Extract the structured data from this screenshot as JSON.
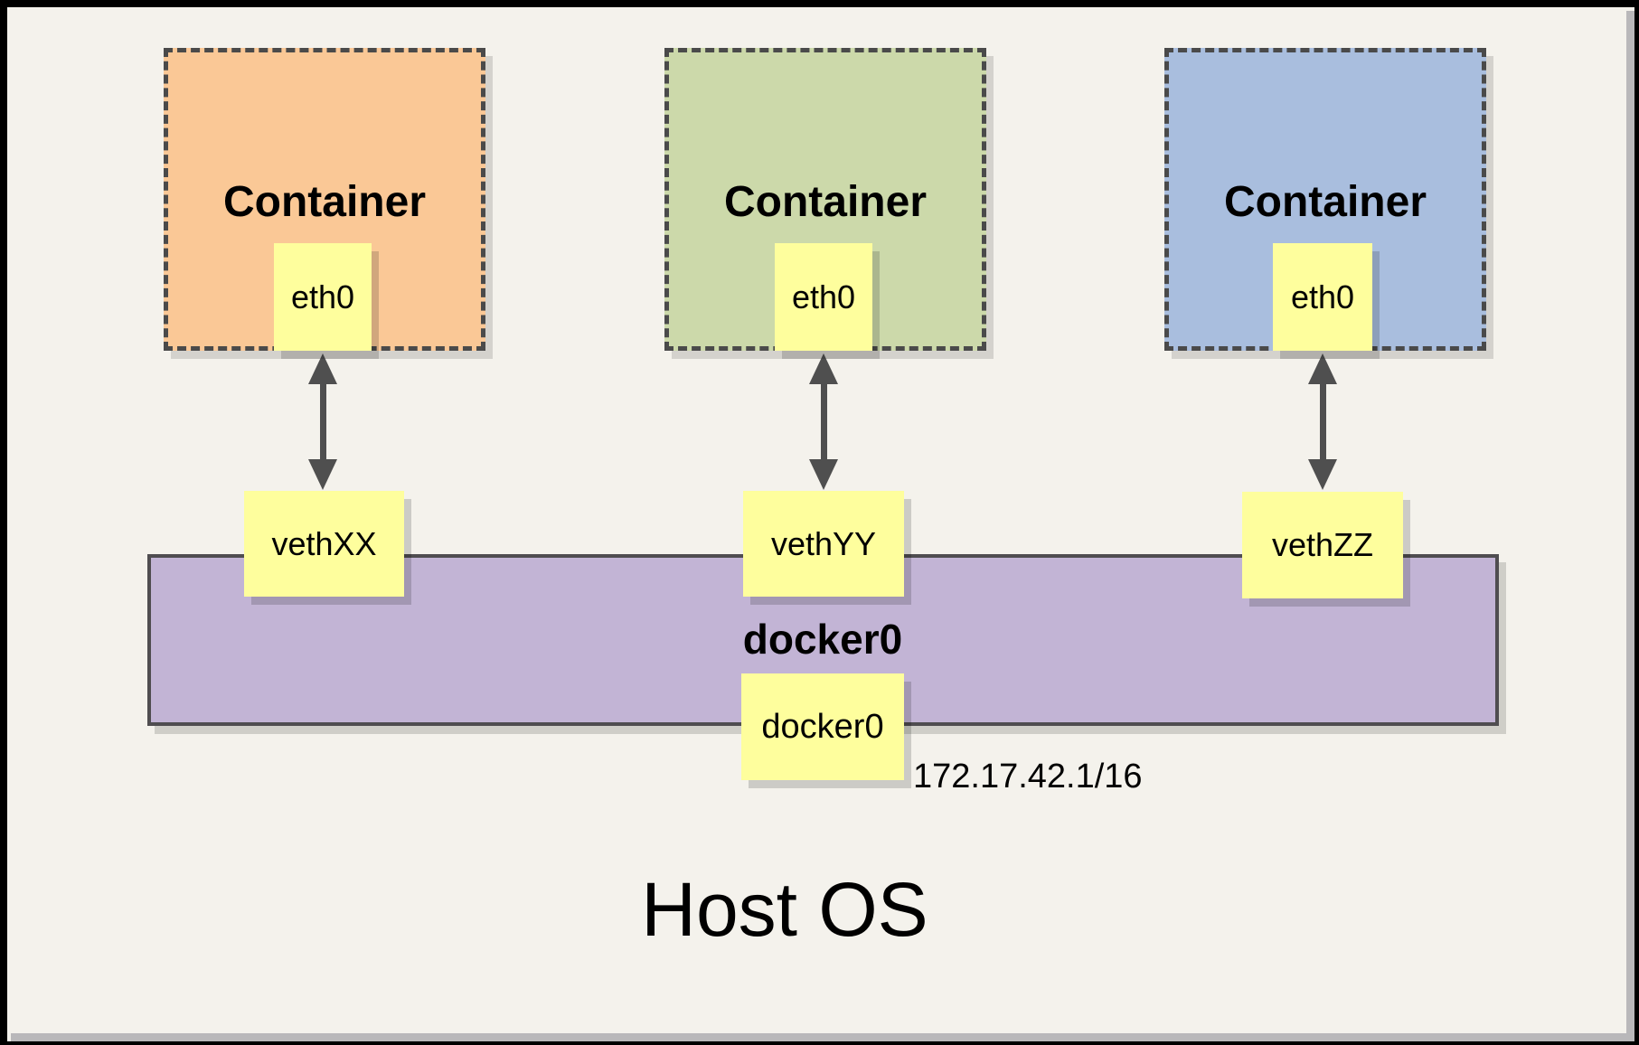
{
  "frame": {
    "background_color": "#f4f2ec",
    "border_color": "#000000",
    "shadow_band_color": "#b9b8ba"
  },
  "colors": {
    "yellow_box": "#fefe9d",
    "dashed_border": "#4a4a4a",
    "arrow": "#4f4f4f",
    "bridge_fill": "#c2b4d5"
  },
  "containers": [
    {
      "label": "Container",
      "fill": "#fac896",
      "interface_label": "eth0",
      "veth_label": "vethXX"
    },
    {
      "label": "Container",
      "fill": "#ccd9aa",
      "interface_label": "eth0",
      "veth_label": "vethYY"
    },
    {
      "label": "Container",
      "fill": "#a9bede",
      "interface_label": "eth0",
      "veth_label": "vethZZ"
    }
  ],
  "bridge": {
    "label": "docker0",
    "interface_label": "docker0",
    "ip_address": "172.17.42.1/16"
  },
  "host": {
    "label": "Host OS"
  }
}
